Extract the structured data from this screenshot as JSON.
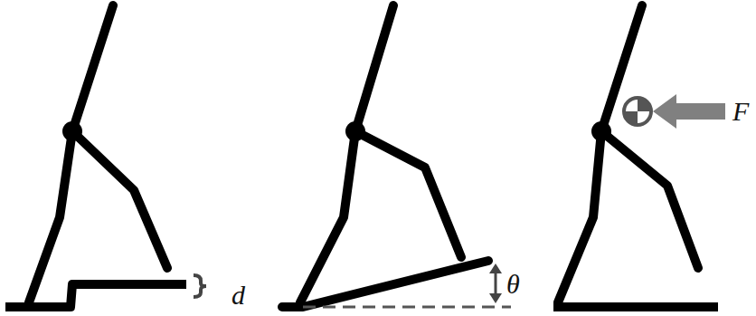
{
  "diagram": {
    "labels": [
      "d",
      "θ",
      "F"
    ]
  }
}
